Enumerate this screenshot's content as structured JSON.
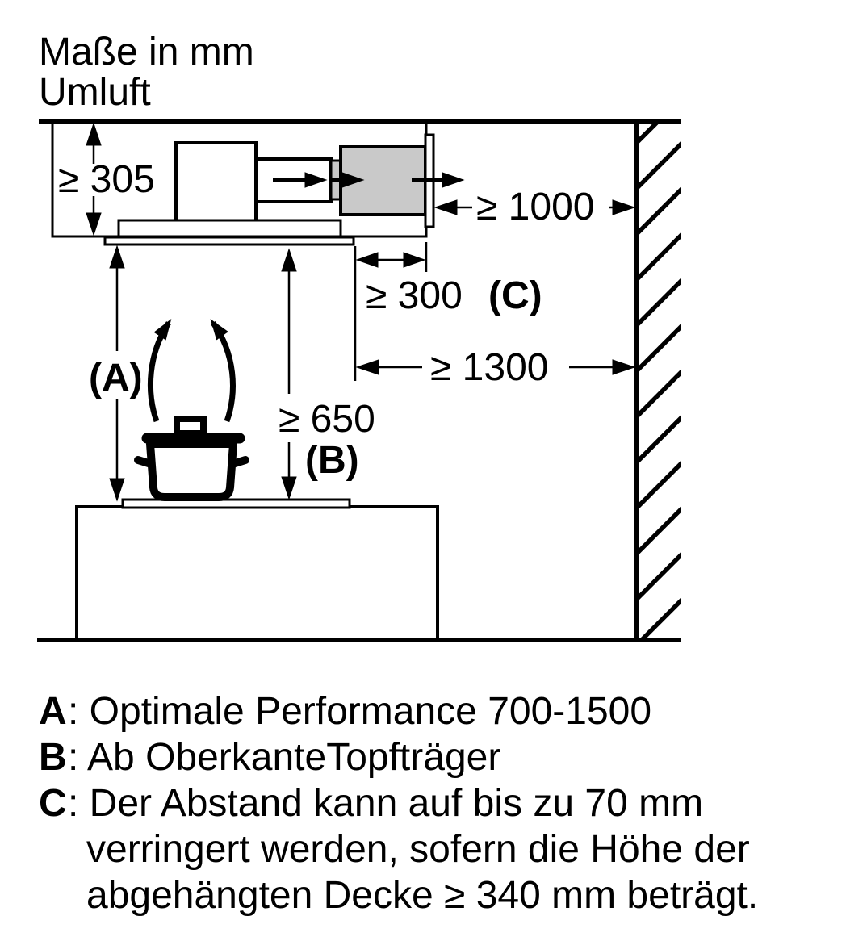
{
  "title": {
    "line1": "Maße in mm",
    "line2": "Umluft"
  },
  "dimensions": {
    "recess_height": "≥ 305",
    "right_clearance": "≥ 1000",
    "duct_side": "≥ 300",
    "duct_side_ref": "(C)",
    "wall_distance": "≥ 1300",
    "hob_distance": "≥ 650",
    "hob_distance_ref": "(B)",
    "height_ref": "(A)"
  },
  "legend": {
    "items": [
      {
        "key": "A",
        "rest": ": Optimale Performance 700-1500"
      },
      {
        "key": "B",
        "rest": ": Ab OberkanteTopfträger"
      },
      {
        "key": "C",
        "rest": ": Der Abstand kann auf bis zu 70 mm",
        "cont": [
          "verringert werden, sofern die Höhe der",
          "abgehängten Decke ≥ 340 mm beträgt."
        ]
      }
    ]
  },
  "colors": {
    "ink": "#000000",
    "duct_fill": "#c9c9c9",
    "background": "#ffffff"
  }
}
